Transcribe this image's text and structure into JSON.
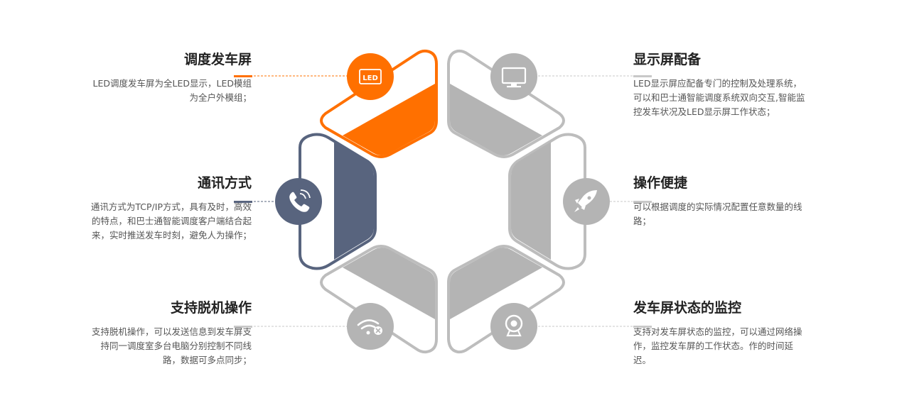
{
  "colors": {
    "accent_orange": "#ff7000",
    "accent_navy": "#58647e",
    "segment_gray": "#b4b4b4",
    "outline_gray": "#bdbdbd",
    "icon_circle_gray": "#b4b4b4"
  },
  "features": [
    {
      "id": "dispatch-screen",
      "title": "调度发车屏",
      "desc": "LED调度发车屏为全LED显示，LED模组为全户外模组；",
      "icon": "led-icon"
    },
    {
      "id": "communication",
      "title": "通讯方式",
      "desc": "通讯方式为TCP/IP方式，具有及时，高效的特点，和巴士通智能调度客户端结合起来，实时推送发车时刻，避免人为操作；",
      "icon": "phone-icon"
    },
    {
      "id": "offline",
      "title": "支持脱机操作",
      "desc": "支持脱机操作，可以发送信息到发车屏支持同一调度室多台电脑分别控制不同线路，数据可多点同步；",
      "icon": "wifi-off-icon"
    },
    {
      "id": "display-equipment",
      "title": "显示屏配备",
      "desc": "LED显示屏应配备专门的控制及处理系统，可以和巴士通智能调度系统双向交互,智能监控发车状况及LED显示屏工作状态；",
      "icon": "monitor-icon"
    },
    {
      "id": "easy-operation",
      "title": "操作便捷",
      "desc": "可以根据调度的实际情况配置任意数量的线路；",
      "icon": "rocket-icon"
    },
    {
      "id": "monitoring",
      "title": "发车屏状态的监控",
      "desc": "支持对发车屏状态的监控，可以通过网络操作，监控发车屏的工作状态。作的时间延迟。",
      "icon": "webcam-icon"
    }
  ],
  "led_badge_text": "LED"
}
